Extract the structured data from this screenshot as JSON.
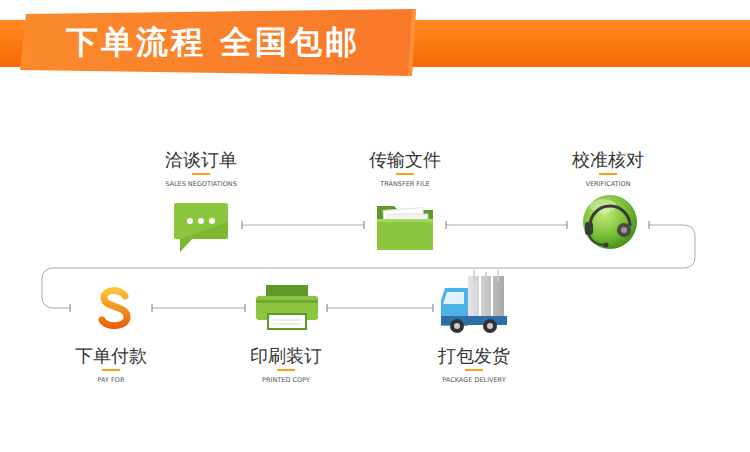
{
  "diagram": {
    "title": "下单流程 全国包邮",
    "nodes": [
      {
        "text": [
          "洽谈订单",
          "SALES NEGOTIATIONS"
        ]
      },
      {
        "text": [
          "传输文件",
          "TRANSFER FILE"
        ]
      },
      {
        "text": [
          "校准核对",
          "VERIFICATION"
        ]
      },
      {
        "text": [
          "下单付款",
          "PAY FOR"
        ]
      },
      {
        "text": [
          "印刷装订",
          "PRINTED COPY"
        ]
      },
      {
        "text": [
          "打包发货",
          "PACKAGE DELIVERY"
        ]
      }
    ],
    "edges": [
      {
        "from": 0,
        "to": 1,
        "arrow": "none"
      },
      {
        "from": 1,
        "to": 2,
        "arrow": "none"
      },
      {
        "from": 2,
        "to": 3,
        "arrow": "none"
      },
      {
        "from": 3,
        "to": 4,
        "arrow": "none"
      },
      {
        "from": 4,
        "to": 5,
        "arrow": "none"
      }
    ]
  }
}
